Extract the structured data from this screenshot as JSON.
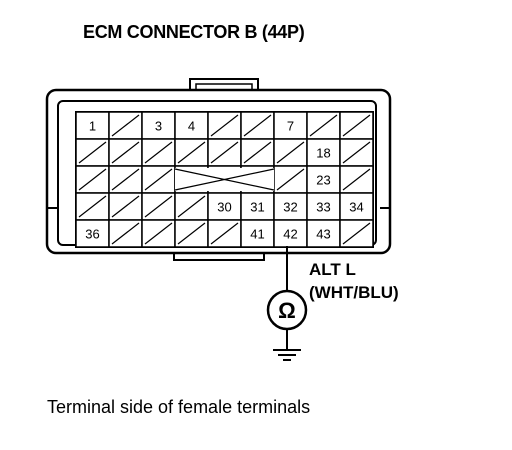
{
  "title": "ECM CONNECTOR B (44P)",
  "caption": "Terminal side of female terminals",
  "alt_label": {
    "line1": "ALT L",
    "line2": "(WHT/BLU)"
  },
  "meter_symbol": "Ω",
  "rows": [
    [
      "1",
      "",
      "3",
      "4",
      "",
      "",
      "7",
      "",
      ""
    ],
    [
      "",
      "",
      "",
      "",
      "",
      "",
      "",
      "18",
      ""
    ],
    [
      "",
      "",
      "",
      "",
      "",
      "",
      "",
      "23",
      ""
    ],
    [
      "",
      "",
      "",
      "",
      "30",
      "31",
      "32",
      "33",
      "34"
    ],
    [
      "36",
      "",
      "",
      "",
      "",
      "41",
      "42",
      "43",
      ""
    ]
  ],
  "probe_terminal": "42"
}
